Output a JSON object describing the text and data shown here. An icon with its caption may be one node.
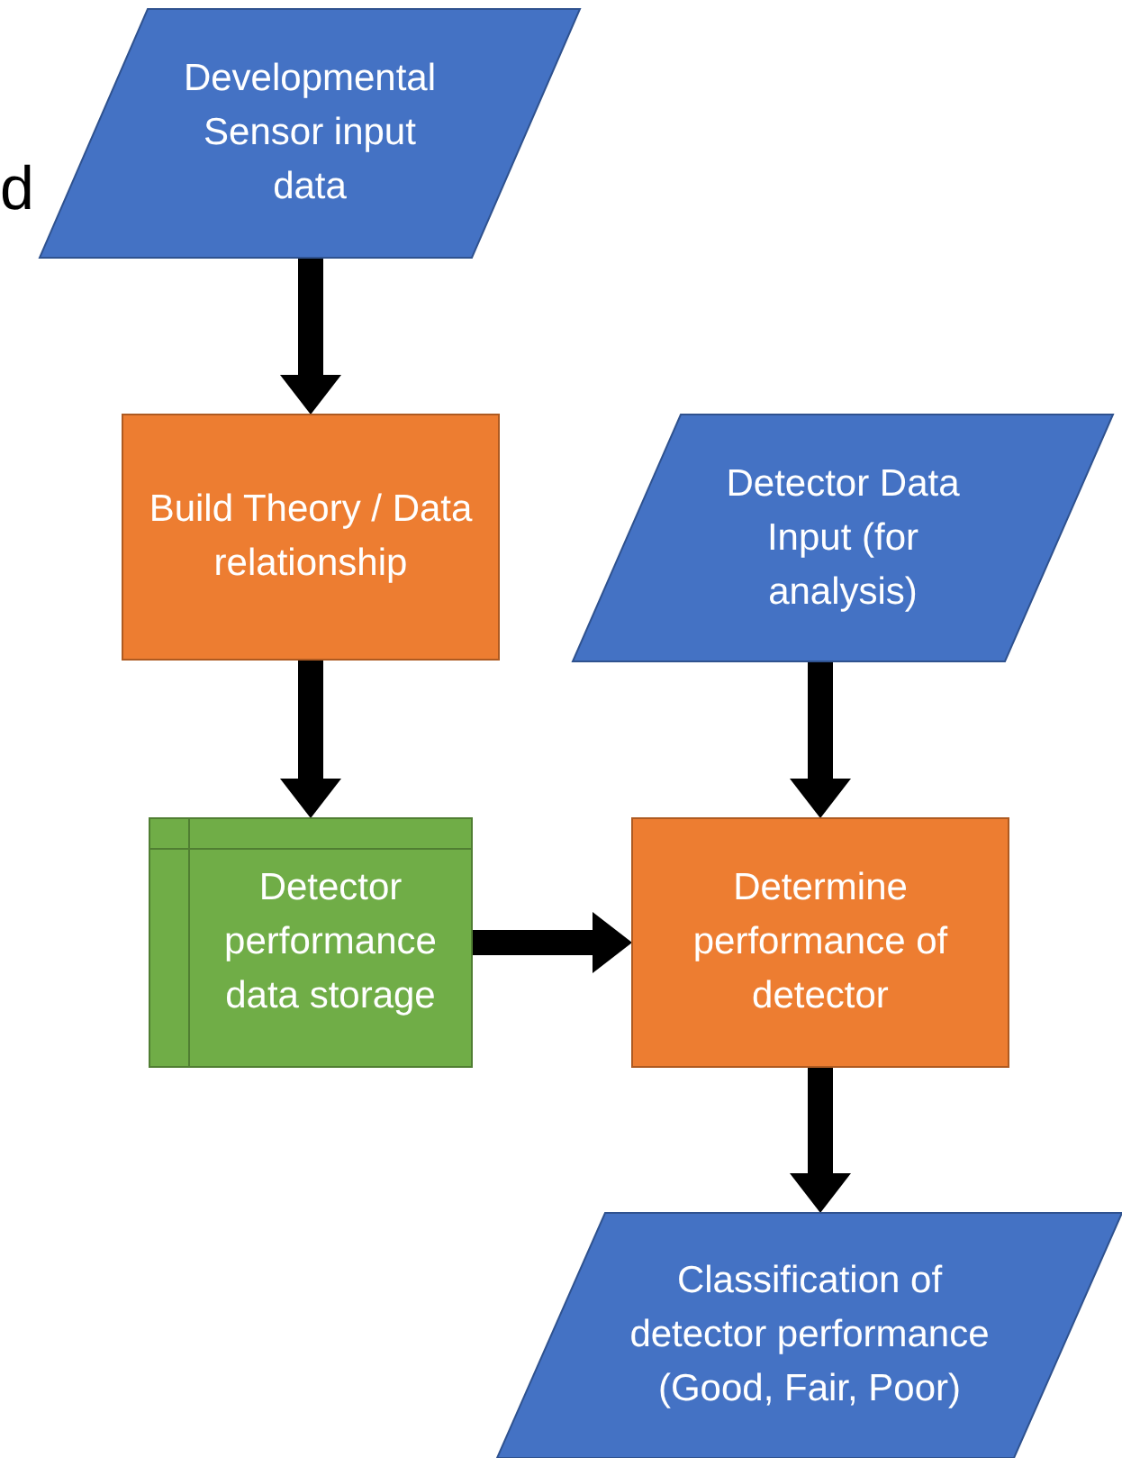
{
  "diagram": {
    "nodes": [
      {
        "text": [
          "Developmental Sensor input data"
        ]
      },
      {
        "text": [
          "Build Theory / Data relationship"
        ]
      },
      {
        "text": [
          "Detector Data Input (for analysis)"
        ]
      },
      {
        "text": [
          "Detector performance data storage"
        ]
      },
      {
        "text": [
          "Determine performance of detector"
        ]
      },
      {
        "text": [
          "Classification of detector performance (Good, Fair, Poor)"
        ]
      }
    ],
    "edges": [
      {
        "from": 0,
        "to": 1,
        "arrow": "to"
      },
      {
        "from": 1,
        "to": 3,
        "arrow": "to"
      },
      {
        "from": 2,
        "to": 4,
        "arrow": "to"
      },
      {
        "from": 3,
        "to": 4,
        "arrow": "to"
      },
      {
        "from": 4,
        "to": 5,
        "arrow": "to"
      }
    ],
    "labels": [
      "d"
    ]
  }
}
